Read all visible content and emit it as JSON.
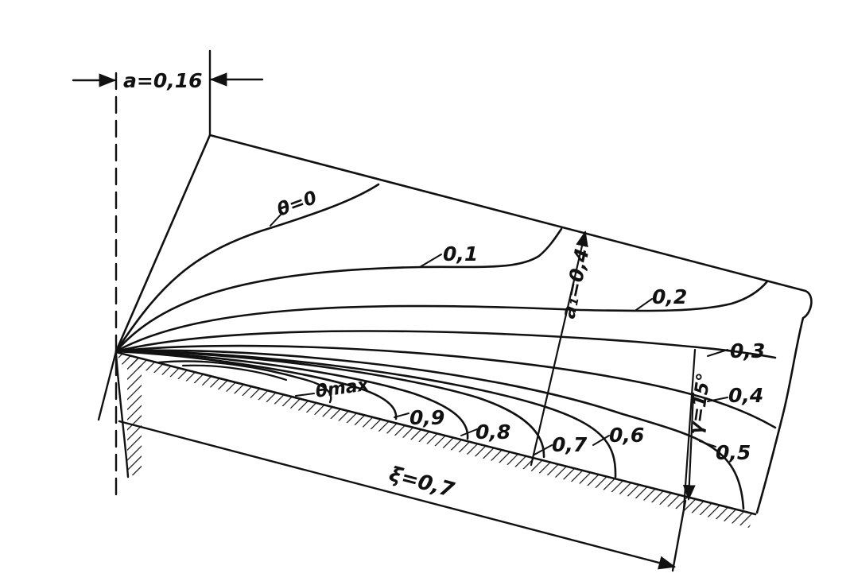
{
  "diagram": {
    "dimensions": {
      "a": "a=0,16",
      "a1": "a₁=0,4",
      "gamma": "γ=15°",
      "xi": "ξ=0,7"
    },
    "isotherms": {
      "theta0": "θ=0",
      "c01": "0,1",
      "c02": "0,2",
      "c03": "0,3",
      "c04": "0,4",
      "c05": "0,5",
      "c06": "0,6",
      "c07": "0,7",
      "c08": "0,8",
      "c09": "0,9",
      "theta_max": "θmax"
    },
    "colors": {
      "ink": "#111111",
      "paper": "#ffffff"
    }
  }
}
